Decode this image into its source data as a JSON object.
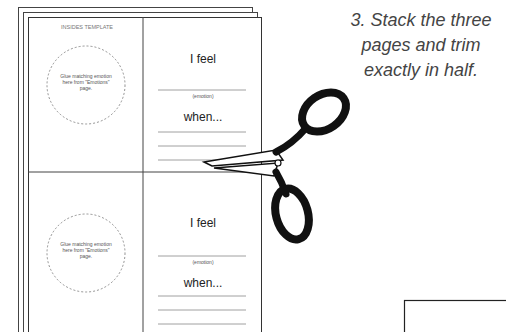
{
  "diagram": {
    "nodes": [
      {
        "text": [
          "INSIDES TEMPLATE",
          "I feel",
          "(emotion)",
          "when...",
          "I feel",
          "(emotion)",
          "when..."
        ]
      },
      {
        "text": [
          "Glue matching emotion here from \"Emotions\" page."
        ],
        "in": 0
      },
      {
        "text": [
          "Glue matching emotion here from \"Emotions\" page."
        ],
        "in": 0
      }
    ],
    "labels": [
      "3. Stack the three pages and trim exactly in half."
    ]
  }
}
